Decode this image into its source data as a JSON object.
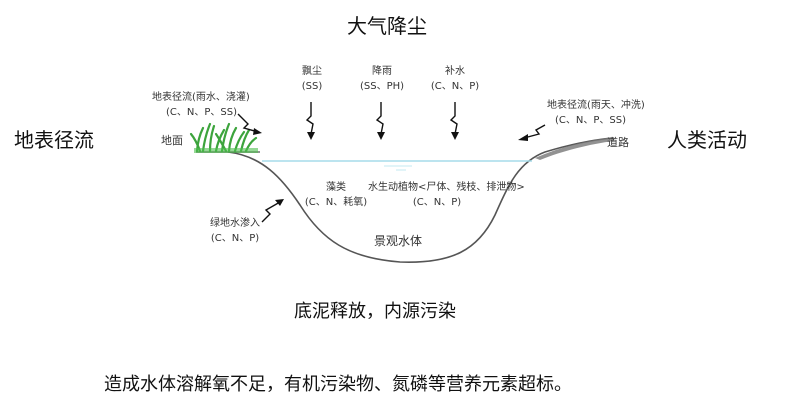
{
  "title": "大气降尘",
  "left_label": "地表径流",
  "right_label": "人类活动",
  "bottom_caption": "底泥释放，内源污染",
  "summary": "造成水体溶解氧不足，有机污染物、氮磷等营养元素超标。",
  "diagram": {
    "ground_label": "地面",
    "road_label": "道路",
    "left_runoff": {
      "line1": "地表径流(雨水、浇灌)",
      "line2": "(C、N、P、SS)"
    },
    "right_runoff": {
      "line1": "地表径流(雨天、冲洗)",
      "line2": "(C、N、P、SS)"
    },
    "inputs": [
      {
        "name": "飘尘",
        "params": "(SS)"
      },
      {
        "name": "降雨",
        "params": "(SS、PH)"
      },
      {
        "name": "补水",
        "params": "(C、N、P)"
      }
    ],
    "algae": {
      "name": "藻类",
      "params": "(C、N、耗氧)"
    },
    "aquatic": {
      "name": "水生动植物<尸体、残枝、排泄物>",
      "params": "(C、N、P)"
    },
    "seepage": {
      "name": "绿地水渗入",
      "params": "(C、N、P)"
    },
    "water_body": "景观水体"
  }
}
